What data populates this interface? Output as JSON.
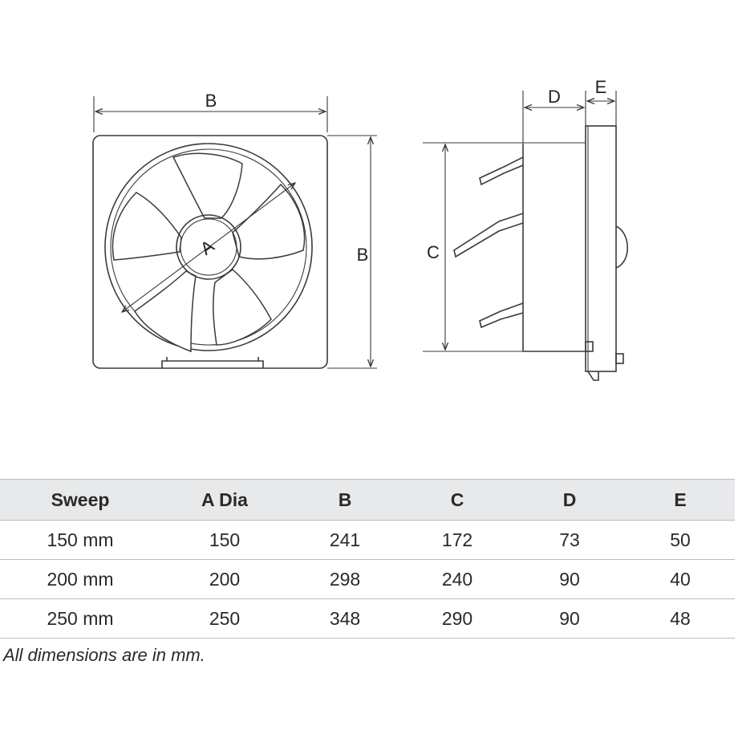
{
  "diagram": {
    "labels": {
      "front_width": "B",
      "front_height": "B",
      "diameter": "A",
      "side_height": "C",
      "side_depth": "D",
      "side_frame": "E"
    }
  },
  "table": {
    "headers": [
      "Sweep",
      "A Dia",
      "B",
      "C",
      "D",
      "E"
    ],
    "rows": [
      [
        "150 mm",
        "150",
        "241",
        "172",
        "73",
        "50"
      ],
      [
        "200 mm",
        "200",
        "298",
        "240",
        "90",
        "40"
      ],
      [
        "250 mm",
        "250",
        "348",
        "290",
        "90",
        "48"
      ]
    ]
  },
  "footnote": "All dimensions are in mm."
}
